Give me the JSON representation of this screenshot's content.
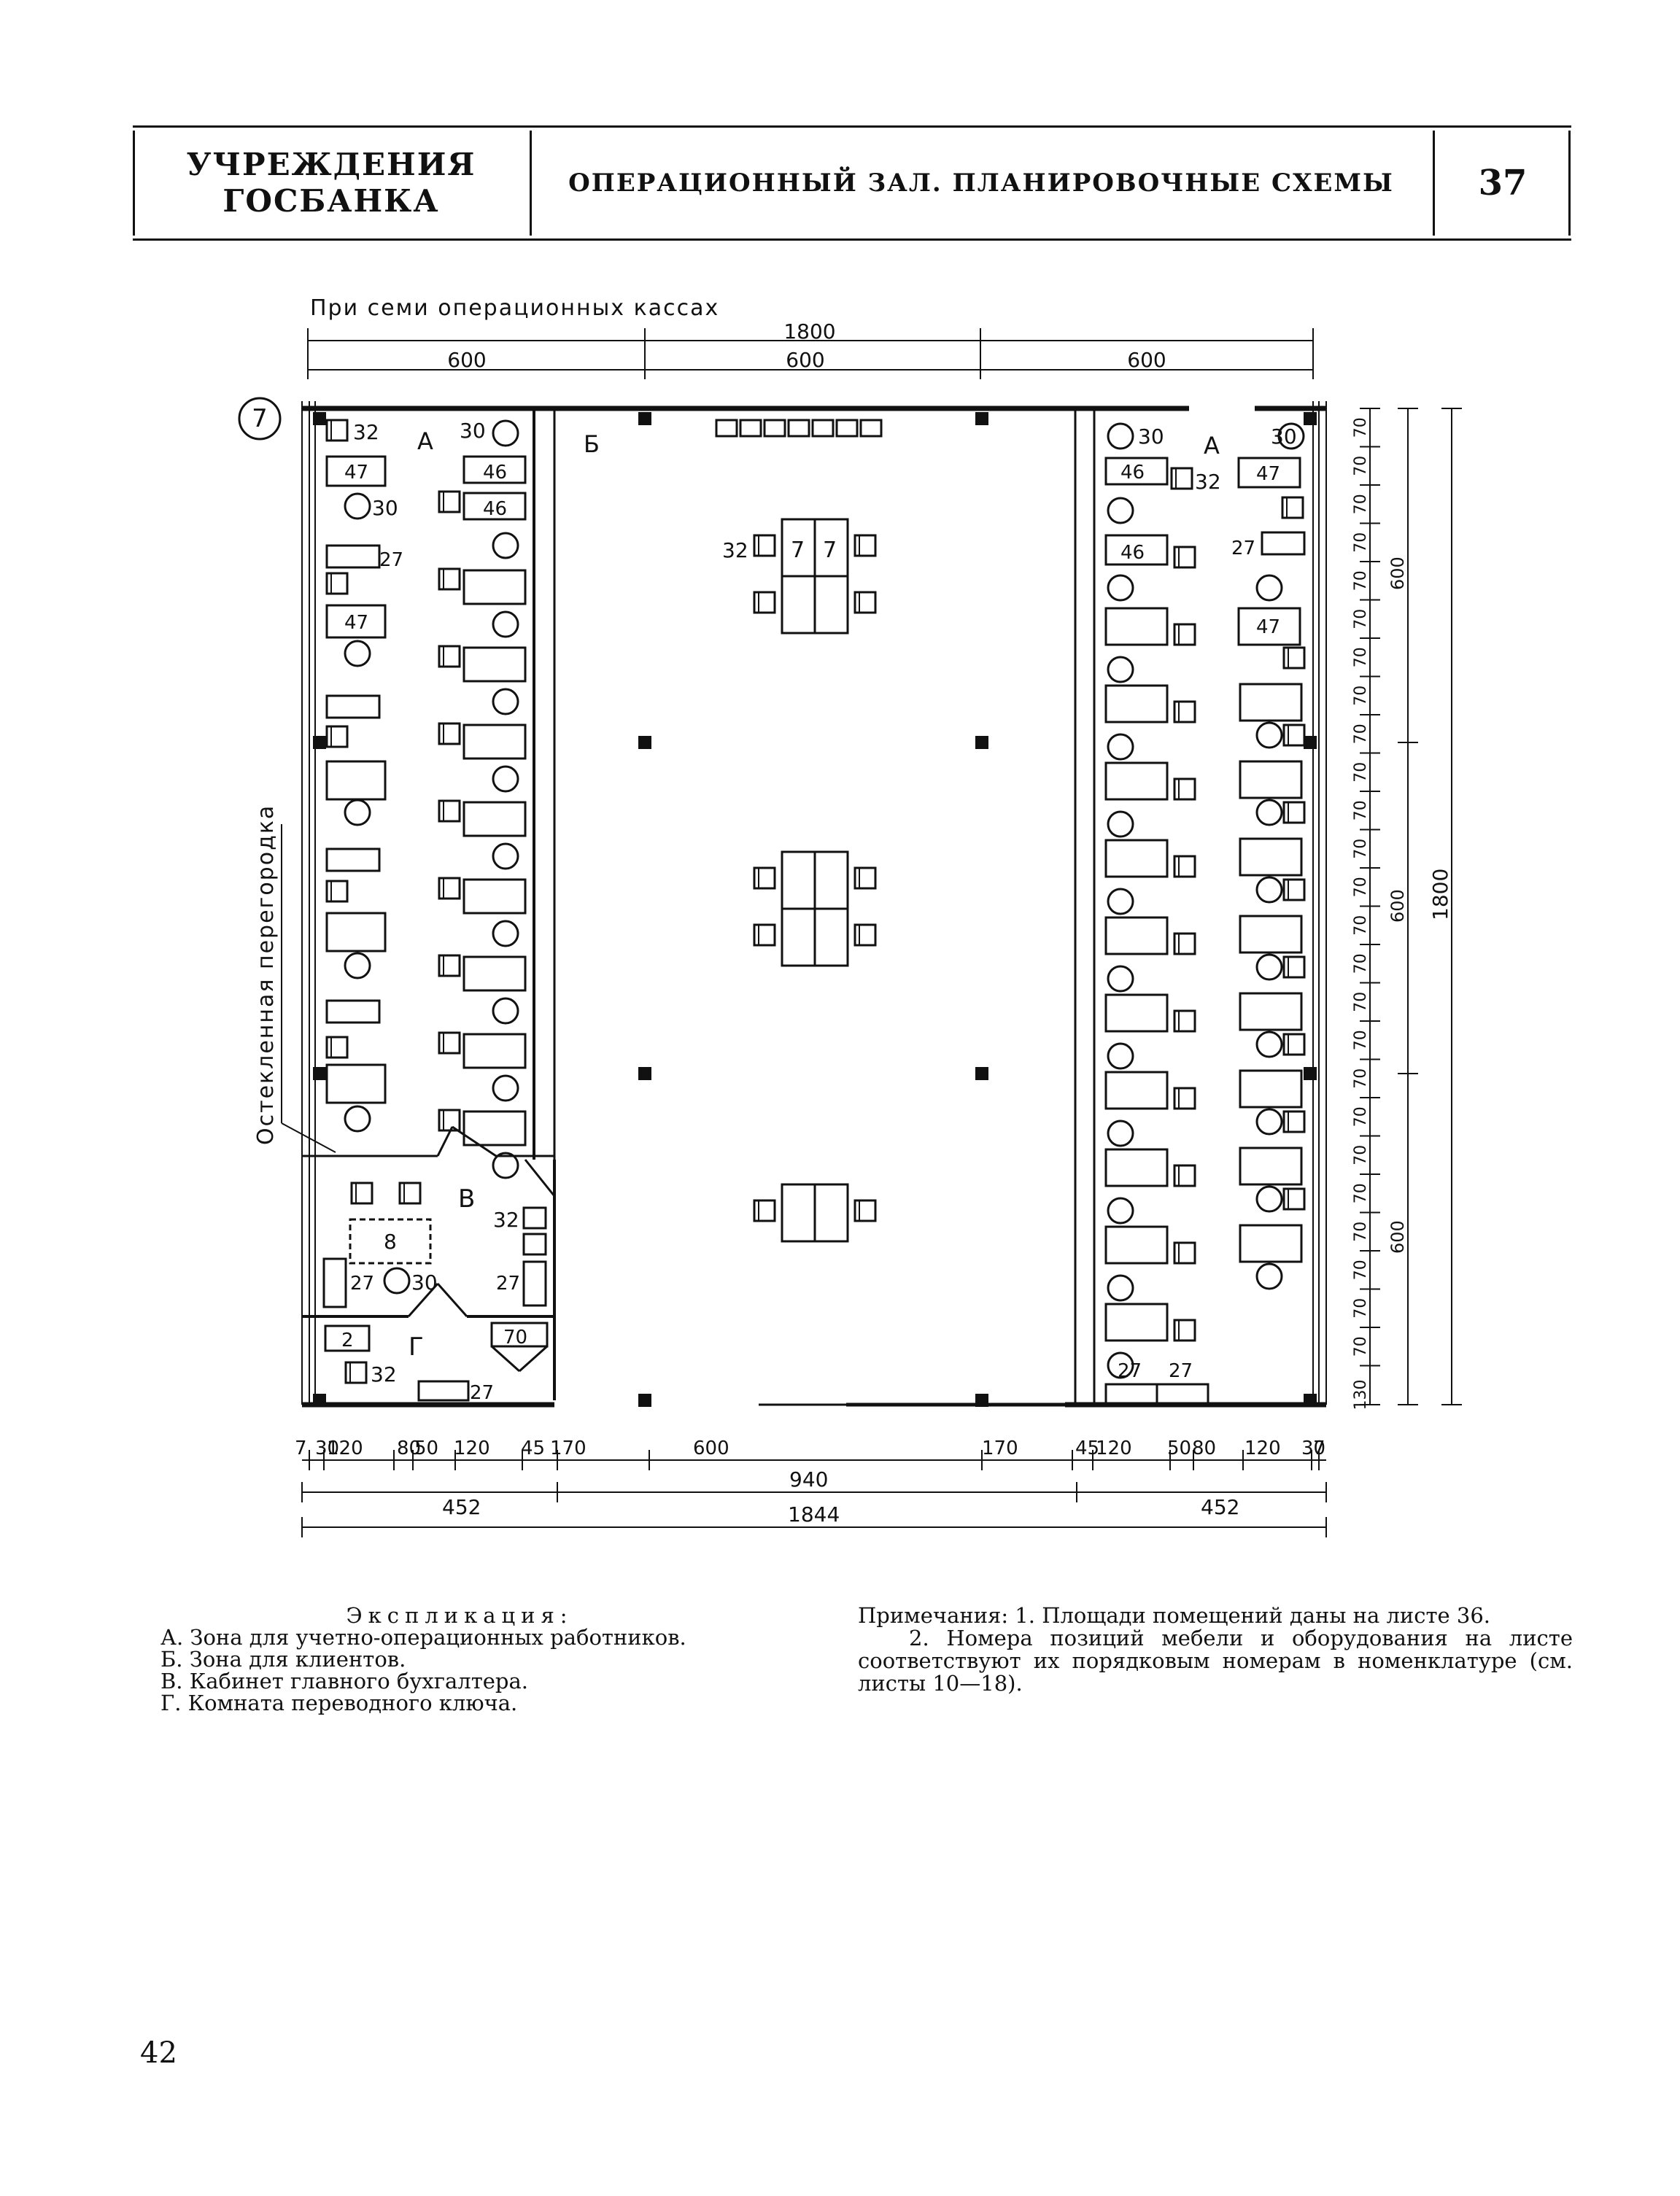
{
  "header": {
    "section_line1": "УЧРЕЖДЕНИЯ",
    "section_line2": "ГОСБАНКА",
    "title": "ОПЕРАЦИОННЫЙ ЗАЛ. ПЛАНИРОВОЧНЫЕ СХЕМЫ",
    "sheet_number": "37"
  },
  "plan": {
    "caption": "При семи операционных кассах",
    "scheme_number": "7",
    "partition_label": "Остекленная перегородка",
    "zones": {
      "a_left": "А",
      "a_right": "А",
      "b": "Б",
      "v": "В",
      "g": "Г"
    },
    "dims_top": {
      "total": "1800",
      "seg1": "600",
      "seg2": "600",
      "seg3": "600"
    },
    "dims_bottom_row1": [
      "7",
      "30",
      "120",
      "80",
      "50",
      "120",
      "45",
      "170",
      "600",
      "170",
      "45",
      "120",
      "50",
      "80",
      "120",
      "30",
      "7"
    ],
    "dims_bottom_row2": [
      "452",
      "940",
      "452"
    ],
    "dims_bottom_total": "1844",
    "dims_right_inner": [
      "70",
      "70",
      "70",
      "70",
      "70",
      "70",
      "70",
      "70",
      "70",
      "70",
      "70",
      "70",
      "70",
      "70",
      "70",
      "70",
      "70",
      "70",
      "70",
      "70",
      "70",
      "70",
      "70",
      "70",
      "70",
      "130"
    ],
    "dims_right_mid": [
      "600",
      "600",
      "600"
    ],
    "dims_right_total": "1800",
    "furniture_labels": {
      "n32": "32",
      "n30": "30",
      "n47": "47",
      "n46": "46",
      "n27": "27",
      "n7": "7",
      "n8": "8",
      "n2": "2",
      "n70": "70"
    }
  },
  "explication": {
    "title": "Экспликация:",
    "items": [
      "А. Зона для учетно-операционных работников.",
      "Б. Зона для клиентов.",
      "В. Кабинет главного бухгалтера.",
      "Г. Комната переводного ключа."
    ]
  },
  "notes": {
    "line1": "Примечания: 1. Площади помещений даны на листе 36.",
    "line2": "2. Номера позиций мебели и оборудования на листе соответствуют их порядковым номерам в номенклатуре (см. листы 10—18)."
  },
  "page_number": "42"
}
